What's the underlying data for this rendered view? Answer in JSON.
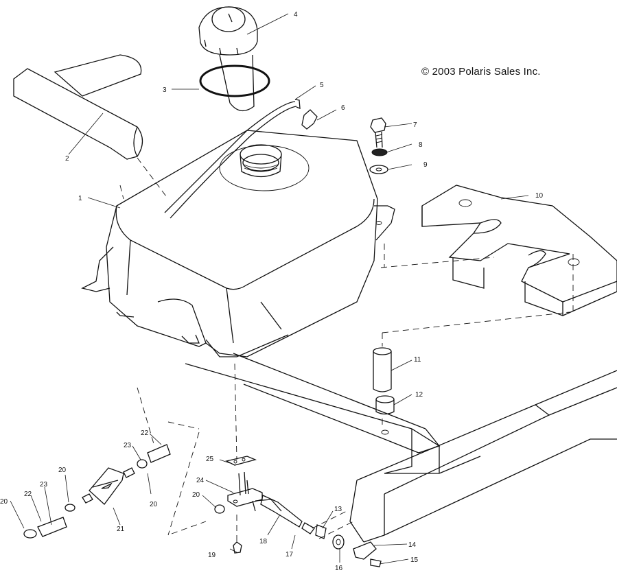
{
  "copyright": "© 2003 Polaris Sales Inc.",
  "callouts": [
    {
      "id": "c1",
      "label": "1"
    },
    {
      "id": "c2",
      "label": "2"
    },
    {
      "id": "c3",
      "label": "3"
    },
    {
      "id": "c4",
      "label": "4"
    },
    {
      "id": "c5",
      "label": "5"
    },
    {
      "id": "c6",
      "label": "6"
    },
    {
      "id": "c7",
      "label": "7"
    },
    {
      "id": "c8",
      "label": "8"
    },
    {
      "id": "c9",
      "label": "9"
    },
    {
      "id": "c10",
      "label": "10"
    },
    {
      "id": "c11",
      "label": "11"
    },
    {
      "id": "c12",
      "label": "12"
    },
    {
      "id": "c13",
      "label": "13"
    },
    {
      "id": "c14",
      "label": "14"
    },
    {
      "id": "c15",
      "label": "15"
    },
    {
      "id": "c16",
      "label": "16"
    },
    {
      "id": "c17",
      "label": "17"
    },
    {
      "id": "c18",
      "label": "18"
    },
    {
      "id": "c19",
      "label": "19"
    },
    {
      "id": "c20a",
      "label": "20"
    },
    {
      "id": "c20b",
      "label": "20"
    },
    {
      "id": "c20c",
      "label": "20"
    },
    {
      "id": "c20d",
      "label": "20"
    },
    {
      "id": "c21",
      "label": "21"
    },
    {
      "id": "c22a",
      "label": "22"
    },
    {
      "id": "c22b",
      "label": "22"
    },
    {
      "id": "c23a",
      "label": "23"
    },
    {
      "id": "c23b",
      "label": "23"
    },
    {
      "id": "c24",
      "label": "24"
    },
    {
      "id": "c25",
      "label": "25"
    }
  ]
}
